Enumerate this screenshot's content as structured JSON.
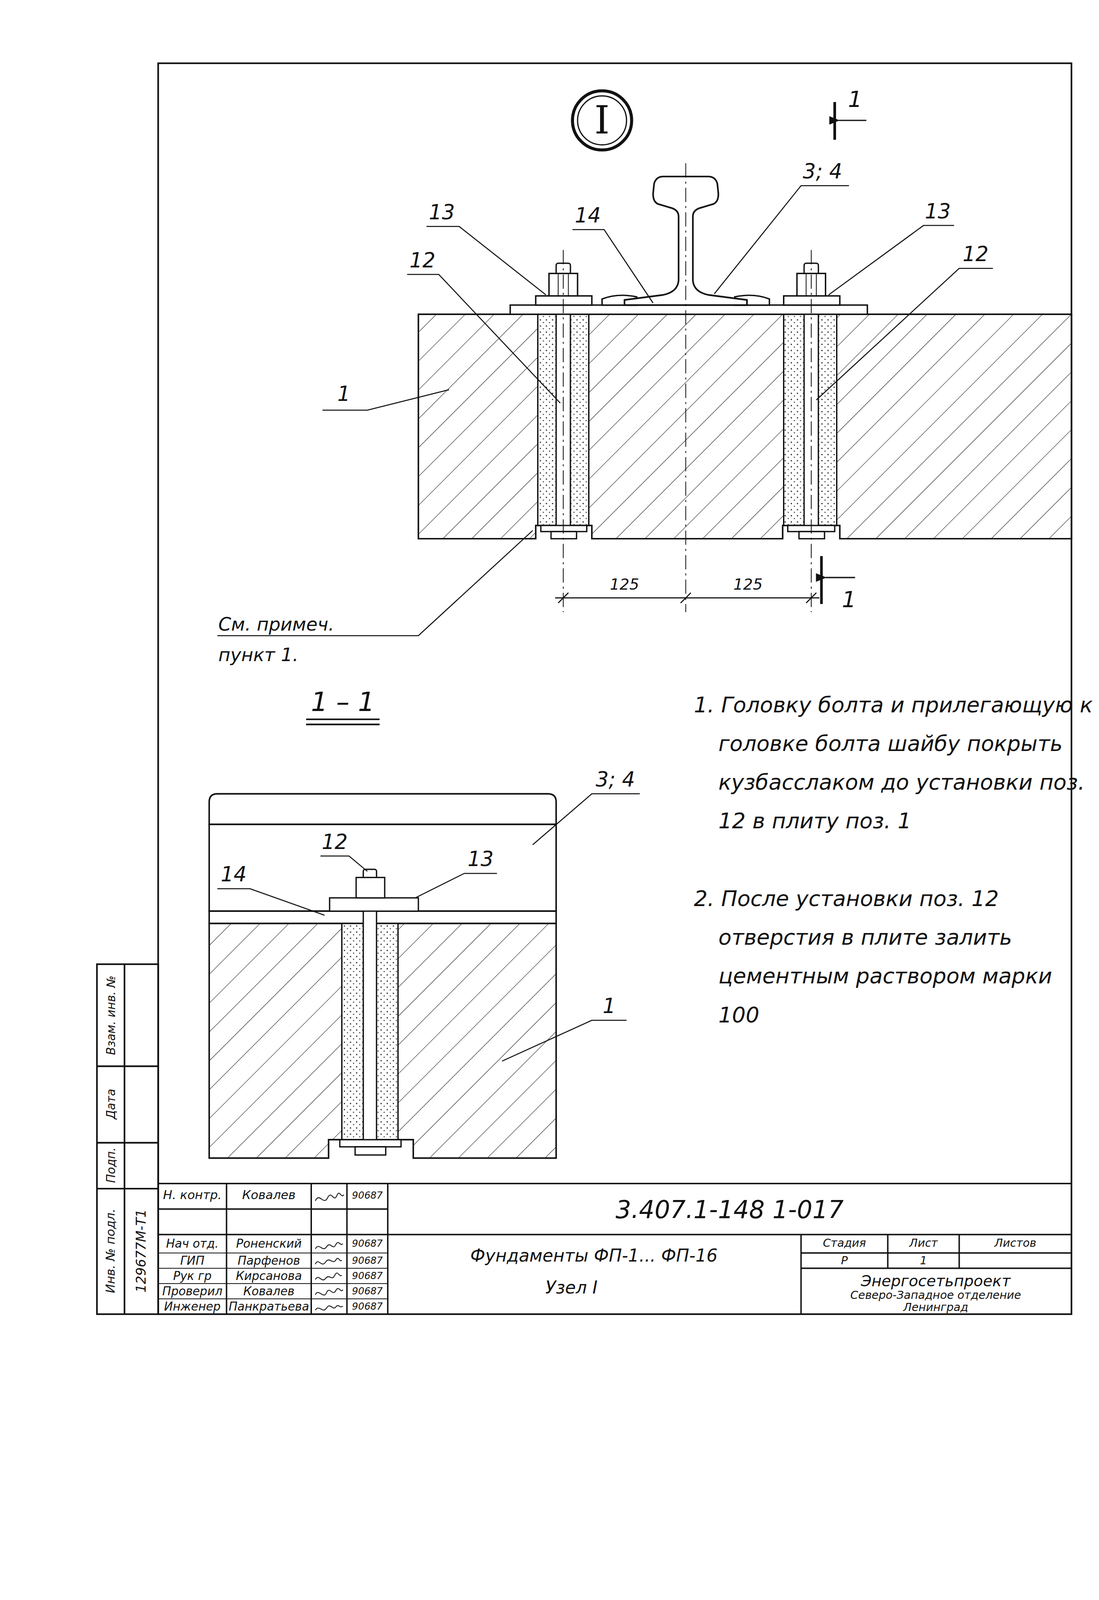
{
  "diagram": {
    "nodes": [
      {
        "text": [
          "I"
        ]
      }
    ],
    "labels": [
      "3; 4",
      "13",
      "14",
      "13",
      "12",
      "12",
      "1",
      "125",
      "125",
      "1",
      "1",
      "См. примеч. пункт 1.",
      "1 – 1",
      "1. Головку болта и прилегающую к головке болта шайбу покрыть кузбасслаком до установки поз. 12 в плиту поз. 1",
      "2. После установки поз. 12 отверстия в плите залить цементным раствором марки 100",
      "3; 4",
      "12",
      "13",
      "14",
      "1",
      "Н. контр.",
      "Ковалев",
      "90687",
      "3.407.1-148 1-017",
      "Нач отд.",
      "Роненский",
      "90687",
      "ГИП",
      "Парфенов",
      "90687",
      "Рук гр",
      "Кирсанова",
      "90687",
      "Проверил",
      "Ковалев",
      "90687",
      "Инженер",
      "Панкратьева",
      "90687",
      "Фундаменты ФП-1... ФП-16",
      "Узел I",
      "Стадия",
      "Лист",
      "Листов",
      "Р",
      "1",
      "Энергосетьпроект",
      "Северо-Западное отделение",
      "Ленинград",
      "Инв. № подл.",
      "129677М-Т1",
      "Подп.",
      "Дата",
      "Взам. инв. №"
    ]
  }
}
